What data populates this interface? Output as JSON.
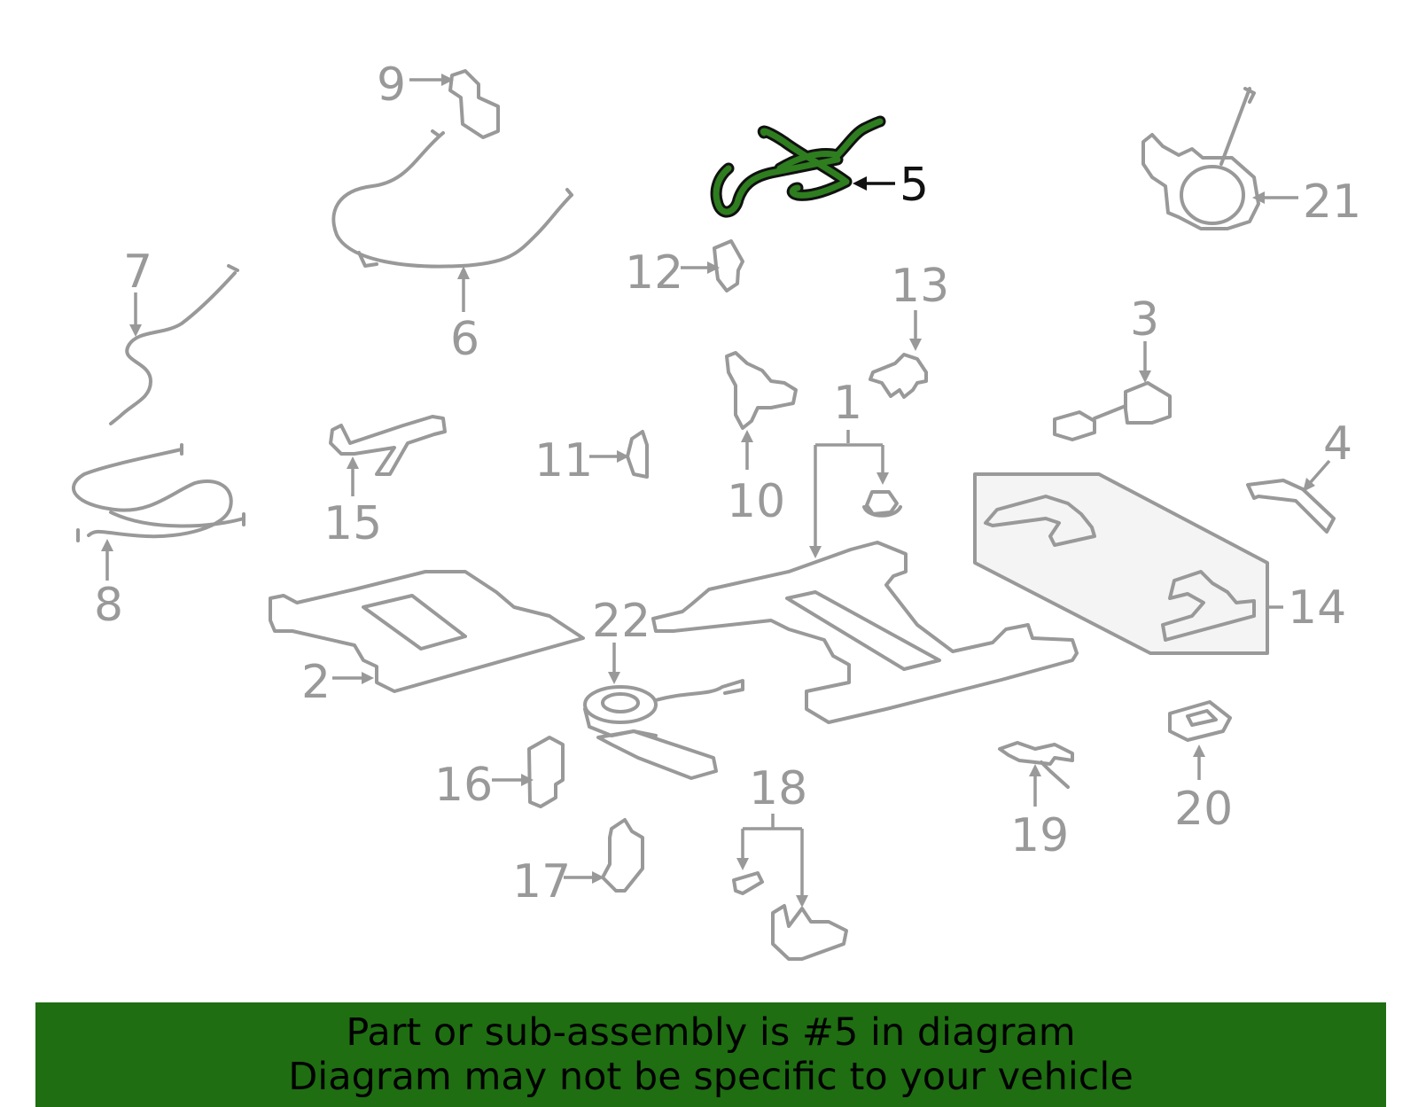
{
  "diagram": {
    "callouts": {
      "c1": "1",
      "c2": "2",
      "c3": "3",
      "c4": "4",
      "c5": "5",
      "c6": "6",
      "c7": "7",
      "c8": "8",
      "c9": "9",
      "c10": "10",
      "c11": "11",
      "c12": "12",
      "c13": "13",
      "c14": "14",
      "c15": "15",
      "c16": "16",
      "c17": "17",
      "c18": "18",
      "c19": "19",
      "c20": "20",
      "c21": "21",
      "c22": "22"
    },
    "highlighted_part": "5"
  },
  "banner": {
    "line1": "Part or sub-assembly is #5 in diagram",
    "line2": "Diagram may not be specific to your vehicle"
  },
  "colors": {
    "part_stroke": "#999999",
    "highlight": "#2e7d1f",
    "banner_background": "#1f6e12",
    "text_dark": "#000000"
  }
}
